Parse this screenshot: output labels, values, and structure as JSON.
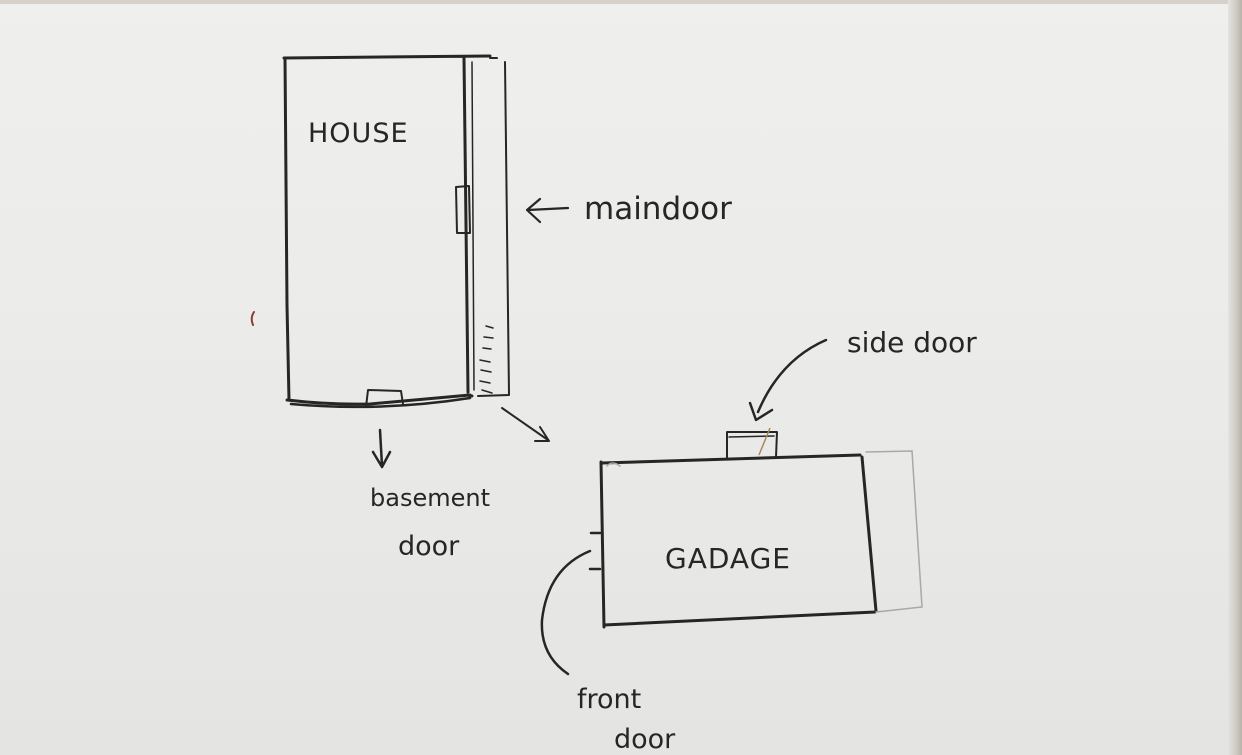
{
  "labels": {
    "house": "HOUSE",
    "main_door": "maindoor",
    "side_door": "side door",
    "basement_door_line1": "basement",
    "basement_door_line2": "door",
    "garage": "GADAGE",
    "front_door_line1": "front",
    "front_door_line2": "door"
  },
  "colors": {
    "paper": "#ecece9",
    "ink": "#262626",
    "pencil": "#a9a8a4",
    "red_mark": "#8b3a3a"
  }
}
